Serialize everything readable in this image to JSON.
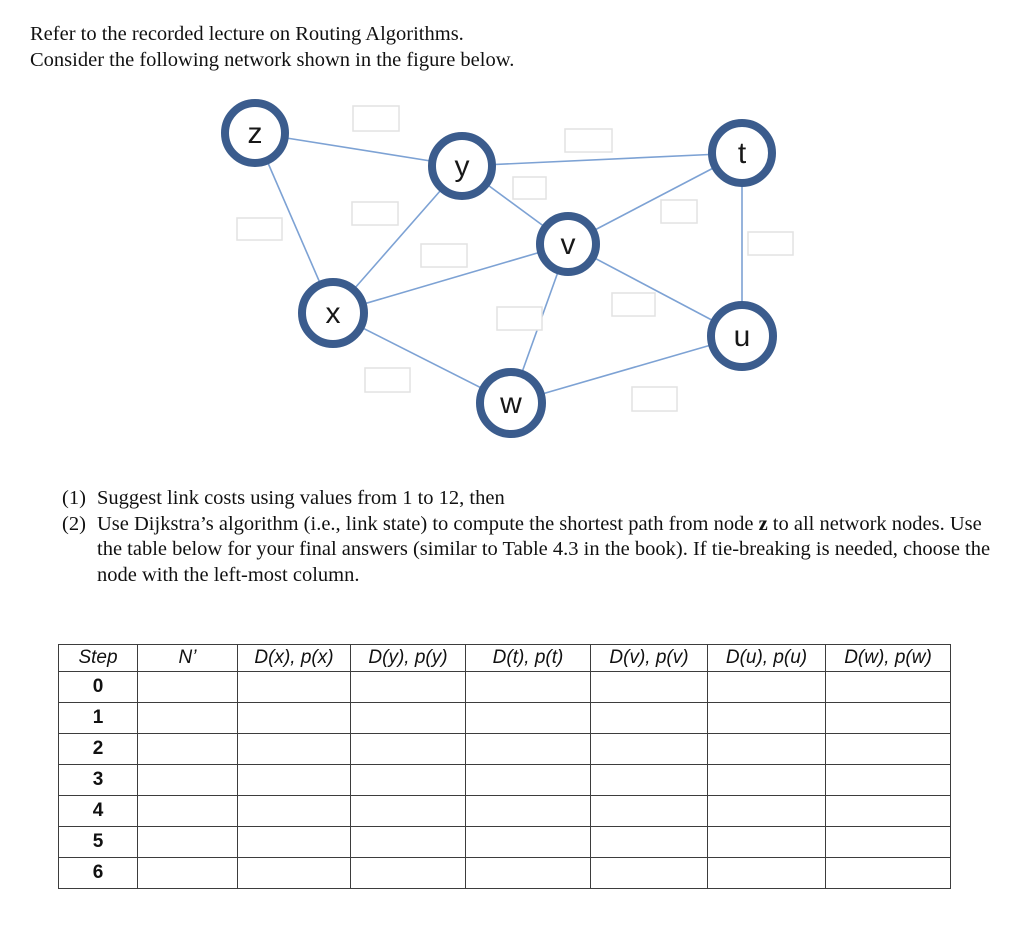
{
  "intro": {
    "line1": "Refer to the recorded lecture on Routing Algorithms.",
    "line2": "Consider the following network shown in the figure below."
  },
  "diagram": {
    "nodes": [
      {
        "id": "z",
        "label": "z"
      },
      {
        "id": "y",
        "label": "y"
      },
      {
        "id": "t",
        "label": "t"
      },
      {
        "id": "v",
        "label": "v"
      },
      {
        "id": "x",
        "label": "x"
      },
      {
        "id": "u",
        "label": "u"
      },
      {
        "id": "w",
        "label": "w"
      }
    ],
    "edges": [
      "z-y",
      "z-x",
      "y-t",
      "y-x",
      "y-v",
      "x-v",
      "x-w",
      "v-t",
      "v-w",
      "v-u",
      "t-u",
      "w-u"
    ],
    "colors": {
      "node_ring": "#3b5c8d",
      "edge_line": "#7da2d4",
      "cost_box_border": "#e2e2e2"
    }
  },
  "instructions": {
    "items": [
      {
        "marker": "(1)",
        "text": "Suggest link costs using values from 1 to 12, then"
      },
      {
        "marker": "(2)",
        "text_before_bold": "Use Dijkstra’s algorithm (i.e., link state) to compute the shortest path from node ",
        "bold_text": "z",
        "text_after_bold": " to all network nodes. Use the table below for your final answers (similar to Table 4.3 in the book). If tie-breaking is needed, choose the node with the left-most column."
      }
    ]
  },
  "table": {
    "headers": [
      "Step",
      "N’",
      "D(x), p(x)",
      "D(y), p(y)",
      "D(t), p(t)",
      "D(v), p(v)",
      "D(u), p(u)",
      "D(w), p(w)"
    ],
    "rows": [
      {
        "step": "0"
      },
      {
        "step": "1"
      },
      {
        "step": "2"
      },
      {
        "step": "3"
      },
      {
        "step": "4"
      },
      {
        "step": "5"
      },
      {
        "step": "6"
      }
    ]
  }
}
